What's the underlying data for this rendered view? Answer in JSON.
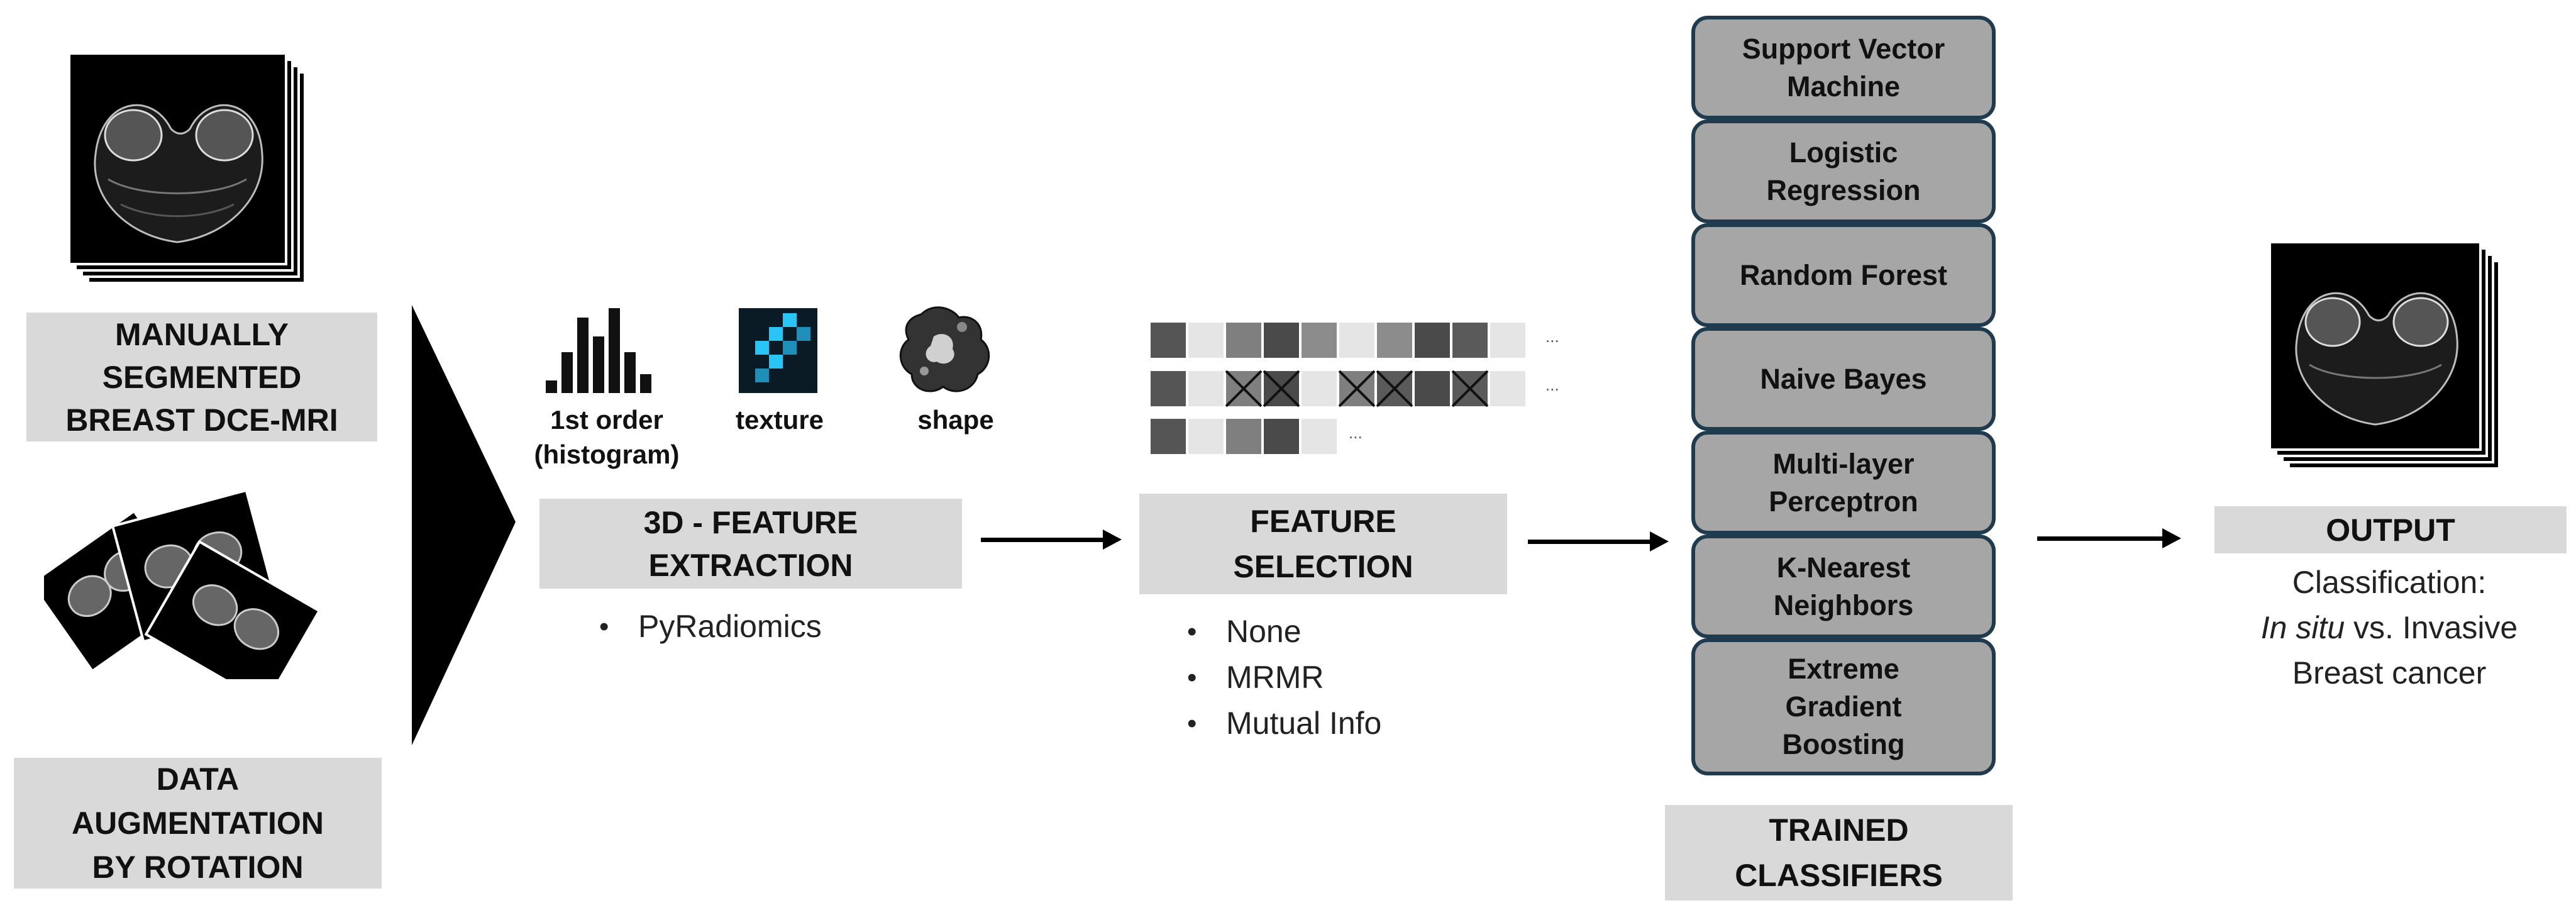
{
  "inputs": {
    "segmented_label": [
      "MANUALLY",
      "SEGMENTED",
      "BREAST DCE-MRI"
    ],
    "augmentation_label": [
      "DATA",
      "AUGMENTATION",
      "BY ROTATION"
    ]
  },
  "feature_extraction": {
    "icons": [
      {
        "name": "histogram-icon",
        "label": [
          "1st order",
          "(histogram)"
        ]
      },
      {
        "name": "texture-icon",
        "label": [
          "texture"
        ]
      },
      {
        "name": "shape-icon",
        "label": [
          "shape"
        ]
      }
    ],
    "title": [
      "3D - FEATURE",
      "EXTRACTION"
    ],
    "tools": [
      "PyRadiomics"
    ]
  },
  "feature_selection": {
    "title": [
      "FEATURE",
      "SELECTION"
    ],
    "methods": [
      "None",
      "MRMR",
      "Mutual Info"
    ],
    "ellipsis": "..."
  },
  "classifiers": {
    "items": [
      [
        "Support Vector",
        "Machine"
      ],
      [
        "Logistic",
        "Regression"
      ],
      [
        "Random Forest"
      ],
      [
        "Naive Bayes"
      ],
      [
        "Multi-layer",
        "Perceptron"
      ],
      [
        "K-Nearest",
        "Neighbors"
      ],
      [
        "Extreme",
        "Gradient",
        "Boosting"
      ]
    ],
    "title": [
      "TRAINED",
      "CLASSIFIERS"
    ]
  },
  "output": {
    "title": "OUTPUT",
    "line1": "Classification:",
    "line2_italic": "In situ",
    "line2_rest": " vs. Invasive",
    "line3": "Breast cancer"
  },
  "colors": {
    "label_bg": "#d9d9d9",
    "classifier_fill": "#a6a6a6",
    "classifier_border": "#1f3b4d",
    "texture_accent": "#29c5f6"
  }
}
